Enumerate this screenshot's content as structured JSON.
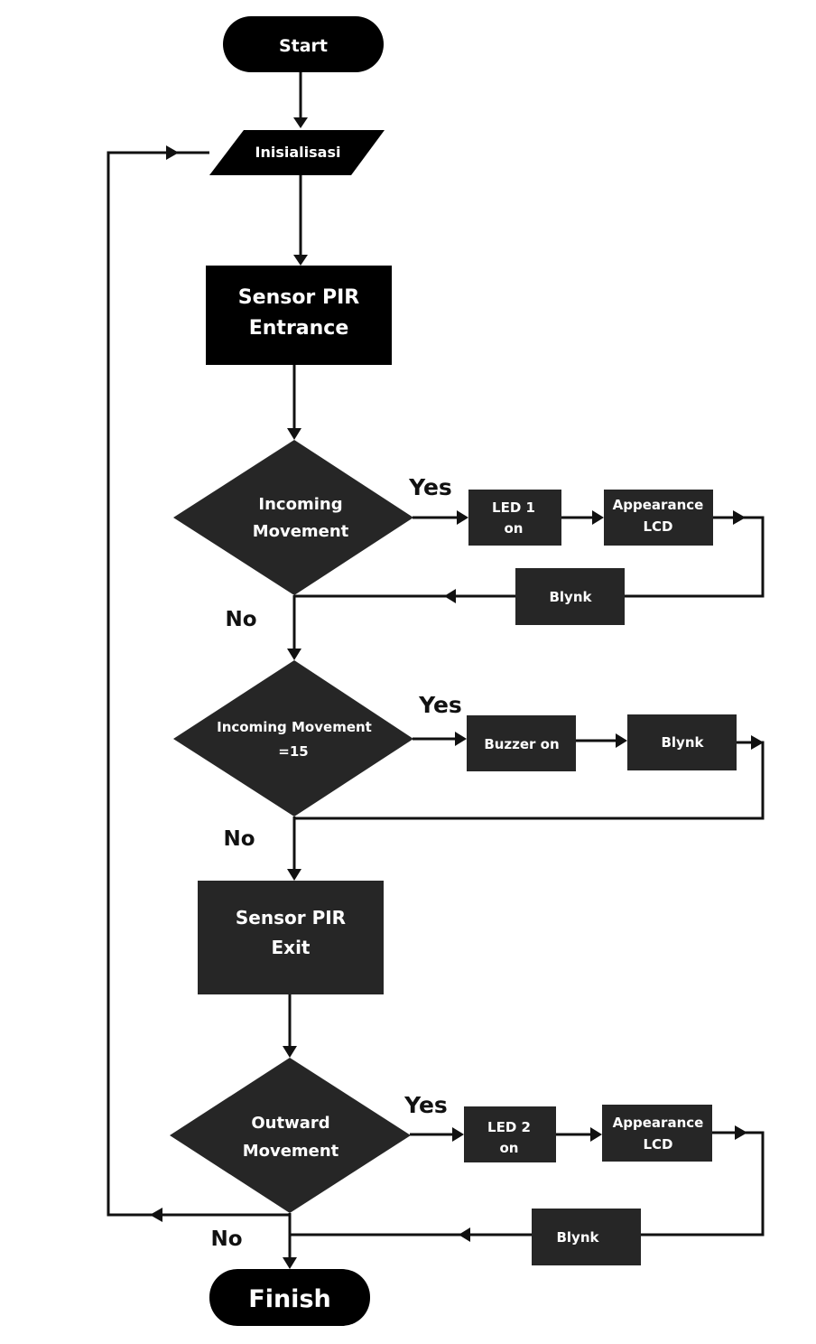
{
  "nodes": {
    "start": "Start",
    "init": "Inisialisasi",
    "pir_entrance_1": "Sensor PIR",
    "pir_entrance_2": "Entrance",
    "incoming_1": "Incoming",
    "incoming_2": "Movement",
    "led1_1": "LED 1",
    "led1_2": "on",
    "lcd1_1": "Appearance",
    "lcd1_2": "LCD",
    "blynk1": "Blynk",
    "count_1": "Incoming Movement",
    "count_2": "=15",
    "buzzer": "Buzzer on",
    "blynk2": "Blynk",
    "pir_exit_1": "Sensor PIR",
    "pir_exit_2": "Exit",
    "outward_1": "Outward",
    "outward_2": "Movement",
    "led2_1": "LED 2",
    "led2_2": "on",
    "lcd2_1": "Appearance",
    "lcd2_2": "LCD",
    "blynk3": "Blynk",
    "finish": "Finish"
  },
  "labels": {
    "yes1": "Yes",
    "no1": "No",
    "yes2": "Yes",
    "no2": "No",
    "yes3": "Yes",
    "no3": "No"
  }
}
